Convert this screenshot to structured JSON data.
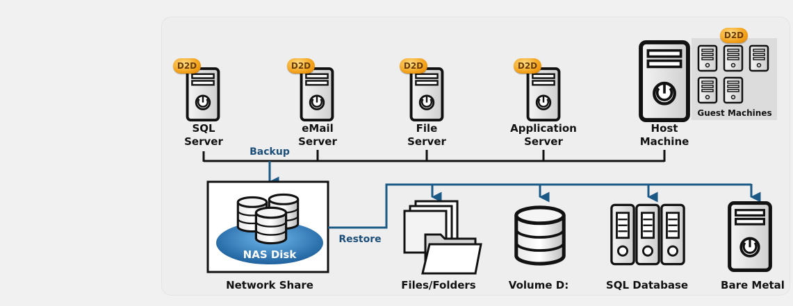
{
  "badge_label": "D2D",
  "sources": [
    {
      "label": "SQL\nServer"
    },
    {
      "label": "eMail\nServer"
    },
    {
      "label": "File\nServer"
    },
    {
      "label": "Application\nServer"
    },
    {
      "label": "Host\nMachine"
    }
  ],
  "guest_label": "Guest Machines",
  "backup_label": "Backup",
  "restore_label": "Restore",
  "nas_label": "NAS Disk",
  "network_share_label": "Network Share",
  "targets": [
    {
      "label": "Files/Folders"
    },
    {
      "label": "Volume D:"
    },
    {
      "label": "SQL Database"
    },
    {
      "label": "Bare Metal"
    }
  ],
  "colors": {
    "line": "#111111",
    "flow": "#1b5a86",
    "nas": "#2a7fc4"
  }
}
